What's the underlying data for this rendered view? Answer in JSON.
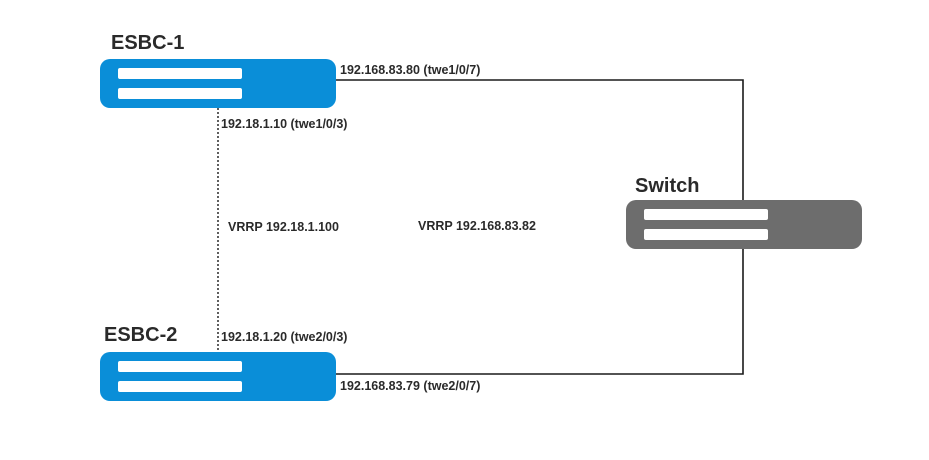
{
  "colors": {
    "esbc": "#0a8ed8",
    "switch": "#6d6d6d",
    "wire": "#1a1a1a",
    "text": "#2a2a2a",
    "bar": "#ffffff"
  },
  "devices": {
    "esbc1": {
      "title": "ESBC-1"
    },
    "esbc2": {
      "title": "ESBC-2"
    },
    "switch": {
      "title": "Switch"
    }
  },
  "labels": {
    "esbc1_wan": "192.168.83.80 (twe1/0/7)",
    "esbc1_lan": "192.18.1.10 (twe1/0/3)",
    "vrrp_lan": "VRRP 192.18.1.100",
    "vrrp_wan": "VRRP 192.168.83.82",
    "esbc2_lan": "192.18.1.20 (twe2/0/3)",
    "esbc2_wan": "192.168.83.79 (twe2/0/7)"
  },
  "links": [
    {
      "from": "esbc1",
      "to": "switch",
      "style": "solid"
    },
    {
      "from": "esbc2",
      "to": "switch",
      "style": "solid"
    },
    {
      "from": "esbc1",
      "to": "esbc2",
      "style": "dotted"
    }
  ]
}
